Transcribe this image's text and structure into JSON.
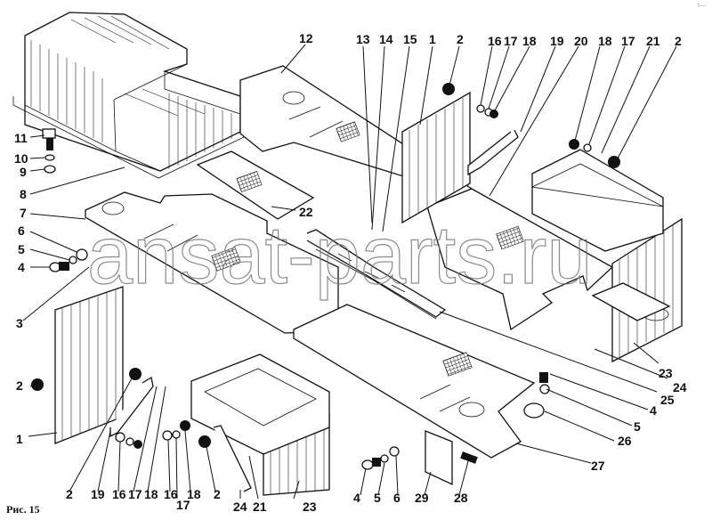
{
  "figure": {
    "caption": "Рис. 15",
    "watermark": "ansat-parts.ru",
    "corner_mark": "r—"
  },
  "callouts": [
    {
      "id": "c12",
      "label": "12"
    },
    {
      "id": "c13",
      "label": "13"
    },
    {
      "id": "c14",
      "label": "14"
    },
    {
      "id": "c15",
      "label": "15"
    },
    {
      "id": "c1a",
      "label": "1"
    },
    {
      "id": "c2a",
      "label": "2"
    },
    {
      "id": "c16a",
      "label": "16"
    },
    {
      "id": "c17a",
      "label": "17"
    },
    {
      "id": "c18a",
      "label": "18"
    },
    {
      "id": "c19a",
      "label": "19"
    },
    {
      "id": "c20",
      "label": "20"
    },
    {
      "id": "c18b",
      "label": "18"
    },
    {
      "id": "c17b",
      "label": "17"
    },
    {
      "id": "c21a",
      "label": "21"
    },
    {
      "id": "c2b",
      "label": "2"
    },
    {
      "id": "c11",
      "label": "11"
    },
    {
      "id": "c10",
      "label": "10"
    },
    {
      "id": "c9",
      "label": "9"
    },
    {
      "id": "c8",
      "label": "8"
    },
    {
      "id": "c7",
      "label": "7"
    },
    {
      "id": "c22",
      "label": "22"
    },
    {
      "id": "c6a",
      "label": "6"
    },
    {
      "id": "c5a",
      "label": "5"
    },
    {
      "id": "c4a",
      "label": "4"
    },
    {
      "id": "c3",
      "label": "3"
    },
    {
      "id": "c2c",
      "label": "2"
    },
    {
      "id": "c1b",
      "label": "1"
    },
    {
      "id": "c23a",
      "label": "23"
    },
    {
      "id": "c24a",
      "label": "24"
    },
    {
      "id": "c25",
      "label": "25"
    },
    {
      "id": "c4b",
      "label": "4"
    },
    {
      "id": "c5b",
      "label": "5"
    },
    {
      "id": "c26",
      "label": "26"
    },
    {
      "id": "c27",
      "label": "27"
    },
    {
      "id": "c2d",
      "label": "2"
    },
    {
      "id": "c19b",
      "label": "19"
    },
    {
      "id": "c16b",
      "label": "16"
    },
    {
      "id": "c17c",
      "label": "17"
    },
    {
      "id": "c18c",
      "label": "18"
    },
    {
      "id": "c16c",
      "label": "16"
    },
    {
      "id": "c17d",
      "label": "17"
    },
    {
      "id": "c18d",
      "label": "18"
    },
    {
      "id": "c2e",
      "label": "2"
    },
    {
      "id": "c24b",
      "label": "24"
    },
    {
      "id": "c21b",
      "label": "21"
    },
    {
      "id": "c23b",
      "label": "23"
    },
    {
      "id": "c4c",
      "label": "4"
    },
    {
      "id": "c5c",
      "label": "5"
    },
    {
      "id": "c6b",
      "label": "6"
    },
    {
      "id": "c29",
      "label": "29"
    },
    {
      "id": "c28",
      "label": "28"
    }
  ]
}
